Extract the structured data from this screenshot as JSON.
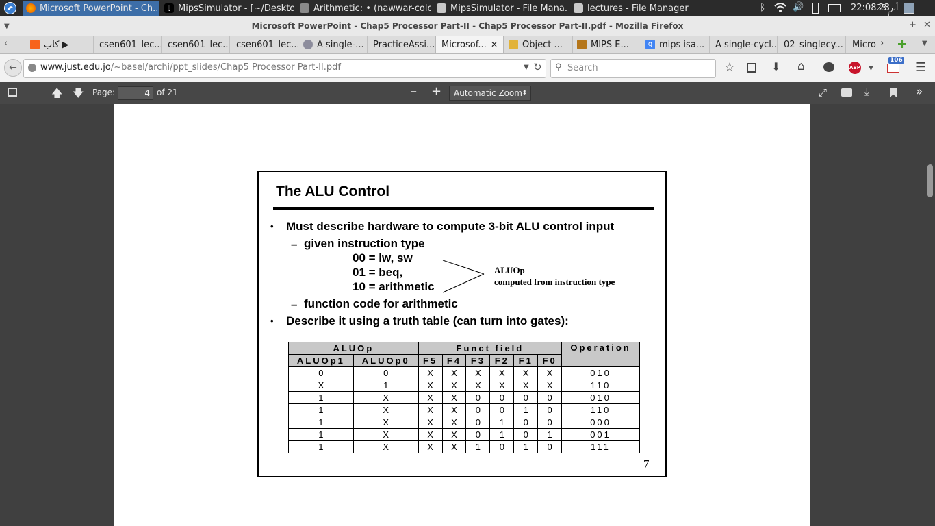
{
  "taskbar": {
    "apps": [
      {
        "label": "Microsoft PowerPoint - Ch...",
        "active": true
      },
      {
        "label": "MipsSimulator - [~/Deskto...",
        "active": false
      },
      {
        "label": "Arithmetic: • (nawwar-colo...",
        "active": false
      },
      {
        "label": "MipsSimulator - File Mana...",
        "active": false
      },
      {
        "label": "lectures - File Manager",
        "active": false
      }
    ],
    "clock": "22:08",
    "date": "23 أبر"
  },
  "window": {
    "title": "Microsoft PowerPoint - Chap5 Processor Part-II - Chap5 Processor Part-II.pdf - Mozilla Firefox"
  },
  "tabs": [
    {
      "label": "كاب ▶"
    },
    {
      "label": "csen601_lec..."
    },
    {
      "label": "csen601_lec..."
    },
    {
      "label": "csen601_lec..."
    },
    {
      "label": "A single-..."
    },
    {
      "label": "PracticeAssi..."
    },
    {
      "label": "Microsof...",
      "active": true
    },
    {
      "label": "Object ..."
    },
    {
      "label": "MIPS E..."
    },
    {
      "label": "mips isa..."
    },
    {
      "label": "A single-cycl..."
    },
    {
      "label": "02_singlecy..."
    },
    {
      "label": "Micro"
    }
  ],
  "nav": {
    "url_host": "www.just.edu.jo",
    "url_path": "/~basel/archi/ppt_slides/Chap5 Processor Part-II.pdf",
    "search_placeholder": "Search",
    "mail_badge": "106",
    "abp_label": "ABP"
  },
  "pdf_toolbar": {
    "page_label": "Page:",
    "page_value": "4",
    "page_total": "of 21",
    "zoom_value": "Automatic Zoom"
  },
  "slide": {
    "title": "The ALU Control",
    "bullet1": "Must describe hardware to compute 3-bit ALU control input",
    "sub1": "given instruction type",
    "codes": [
      "00 = lw, sw",
      "01 = beq,",
      "10 = arithmetic"
    ],
    "annotation_title": "ALUOp",
    "annotation_sub": "computed from instruction type",
    "sub2": "function code for arithmetic",
    "bullet2": "Describe it using a truth table (can turn into gates):",
    "page_number": "7",
    "table": {
      "group_headers": [
        "ALUOp",
        "Funct field",
        "Operation"
      ],
      "col_headers": [
        "ALUOp1",
        "ALUOp0",
        "F5",
        "F4",
        "F3",
        "F2",
        "F1",
        "F0"
      ],
      "rows": [
        [
          "0",
          "0",
          "X",
          "X",
          "X",
          "X",
          "X",
          "X",
          "010"
        ],
        [
          "X",
          "1",
          "X",
          "X",
          "X",
          "X",
          "X",
          "X",
          "110"
        ],
        [
          "1",
          "X",
          "X",
          "X",
          "0",
          "0",
          "0",
          "0",
          "010"
        ],
        [
          "1",
          "X",
          "X",
          "X",
          "0",
          "0",
          "1",
          "0",
          "110"
        ],
        [
          "1",
          "X",
          "X",
          "X",
          "0",
          "1",
          "0",
          "0",
          "000"
        ],
        [
          "1",
          "X",
          "X",
          "X",
          "0",
          "1",
          "0",
          "1",
          "001"
        ],
        [
          "1",
          "X",
          "X",
          "X",
          "1",
          "0",
          "1",
          "0",
          "111"
        ]
      ]
    }
  },
  "colors": {
    "taskbar_bg": "#2b2b2b",
    "active_app": "#3d6ea8",
    "pdf_toolbar_bg": "#474747",
    "viewer_bg": "#404040",
    "table_header_bg": "#c8c8c8"
  }
}
